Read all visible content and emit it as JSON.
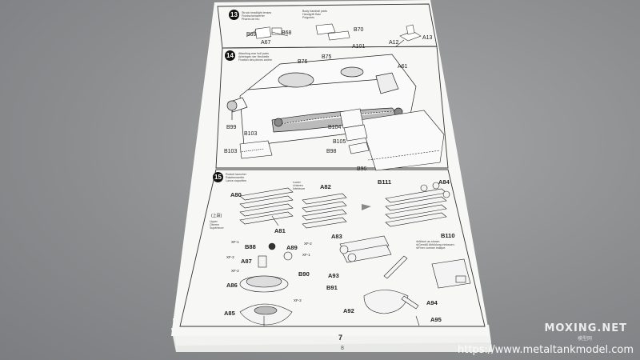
{
  "step13": {
    "number": "13",
    "caption_a": "Struck headlight lenses\nFrontscheinwerfer\nPhares de feu",
    "caption_b": "Body handrail parts\nHandgriff-Satz\nPoignées",
    "parts": [
      "B69",
      "B68",
      "A67",
      "B70",
      "A101",
      "A12",
      "A13"
    ]
  },
  "step14": {
    "number": "14",
    "caption": "Attaching rear hull parts\nAnbringen der Heckteile\nFixation des pièces arrière",
    "parts": [
      "B76",
      "B75",
      "A61",
      "B99",
      "B103",
      "B103",
      "B104",
      "B105",
      "B98",
      "B96"
    ]
  },
  "step15": {
    "number": "15",
    "caption": "Rocket launcher\nRaketenwerfer\nLance-roquettes",
    "lower_caption": "Lower\nUnteren\nInférieure",
    "upper_label": "(上段)",
    "upper_caption": "Upper\nOberen\nSupérieure",
    "note": "※Attach as shown.\n※Gemäß Abbildung einbauen.\n※Fixer comme indiqué.",
    "parts": [
      "A80",
      "A82",
      "B111",
      "A84",
      "A81",
      "A83",
      "B110",
      "B88",
      "A89",
      "A87",
      "B90",
      "A86",
      "A93",
      "B91",
      "A94",
      "A85",
      "A92",
      "A95"
    ],
    "markers": [
      "XF-1",
      "XF-2",
      "XF-2",
      "XF-1",
      "XF-2",
      "XF-2"
    ]
  },
  "page_number": "7",
  "page_number_below": "8",
  "watermark": {
    "brand": "MOXING.NET",
    "sub": "模型网",
    "url": "https://www.metaltankmodel.com"
  }
}
